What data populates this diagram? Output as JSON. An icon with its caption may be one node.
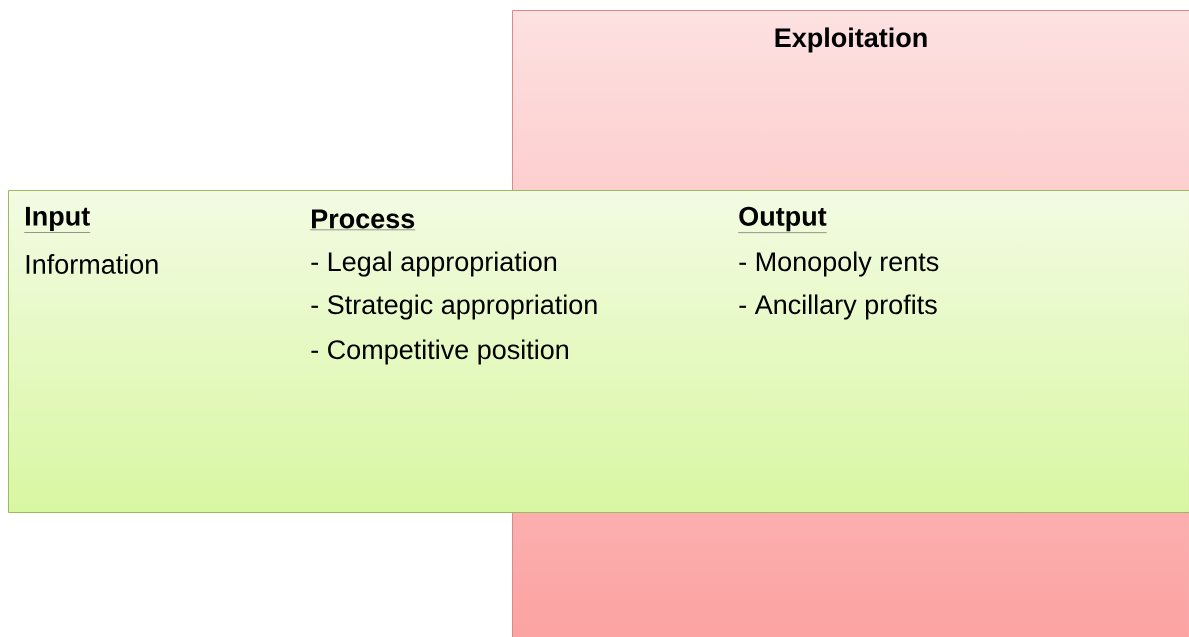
{
  "diagram": {
    "nodes": [
      {
        "text": [
          "Exploitation"
        ]
      },
      {
        "text": [
          "Input",
          "Information",
          "Process",
          "- Legal appropriation",
          "- Strategic appropriation",
          "- Competitive position",
          "Output",
          "- Monopoly rents",
          "- Ancillary profits"
        ]
      }
    ]
  }
}
